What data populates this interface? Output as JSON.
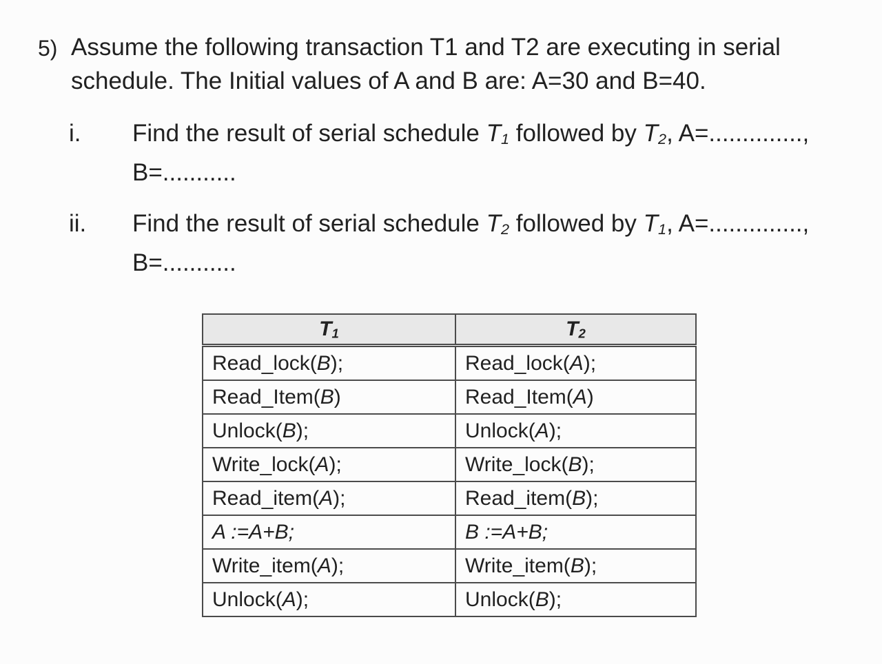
{
  "colors": {
    "background": "#fcfcfc",
    "text": "#212121",
    "border": "#4b4b4b",
    "headerbg": "#e8e8e8"
  },
  "question": {
    "number": "5)",
    "line1": "Assume the following transaction T1 and T2 are executing in serial",
    "line2": "schedule. The Initial values of A and B are: A=30 and B=40."
  },
  "items": [
    {
      "marker": "i.",
      "seg1": "Find the result of serial schedule ",
      "t_first": "T",
      "t_first_sub": "1",
      "seg2": " followed by ",
      "t_second": "T",
      "t_second_sub": "2",
      "seg3": ", A=..............,",
      "line2": "B=..........."
    },
    {
      "marker": "ii.",
      "seg1": "Find the result of serial schedule ",
      "t_first": "T",
      "t_first_sub": "2",
      "seg2": " followed by ",
      "t_second": "T",
      "t_second_sub": "1",
      "seg3": ", A=..............,",
      "line2": "B=..........."
    }
  ],
  "table": {
    "headers": [
      {
        "label": "T",
        "sub": "1"
      },
      {
        "label": "T",
        "sub": "2"
      }
    ],
    "rows": [
      {
        "c0": {
          "pre": "Read_lock(",
          "var": "B",
          "post": ");"
        },
        "c1": {
          "pre": "Read_lock(",
          "var": "A",
          "post": ");"
        }
      },
      {
        "c0": {
          "pre": "Read_Item(",
          "var": "B",
          "post": ")"
        },
        "c1": {
          "pre": "Read_Item(",
          "var": "A",
          "post": ")"
        }
      },
      {
        "c0": {
          "pre": "Unlock(",
          "var": "B",
          "post": ");"
        },
        "c1": {
          "pre": "Unlock(",
          "var": "A",
          "post": ");"
        }
      },
      {
        "c0": {
          "pre": "Write_lock(",
          "var": "A",
          "post": ");"
        },
        "c1": {
          "pre": "Write_lock(",
          "var": "B",
          "post": ");"
        }
      },
      {
        "c0": {
          "pre": "Read_item(",
          "var": "A",
          "post": ");"
        },
        "c1": {
          "pre": "Read_item(",
          "var": "B",
          "post": ");"
        }
      },
      {
        "c0": {
          "pre": "",
          "var": "A :=A+B;",
          "post": ""
        },
        "c1": {
          "pre": "",
          "var": "B :=A+B;",
          "post": ""
        }
      },
      {
        "c0": {
          "pre": "Write_item(",
          "var": "A",
          "post": ");"
        },
        "c1": {
          "pre": "Write_item(",
          "var": "B",
          "post": ");"
        }
      },
      {
        "c0": {
          "pre": "Unlock(",
          "var": "A",
          "post": ");"
        },
        "c1": {
          "pre": "Unlock(",
          "var": "B",
          "post": ");"
        }
      }
    ]
  }
}
